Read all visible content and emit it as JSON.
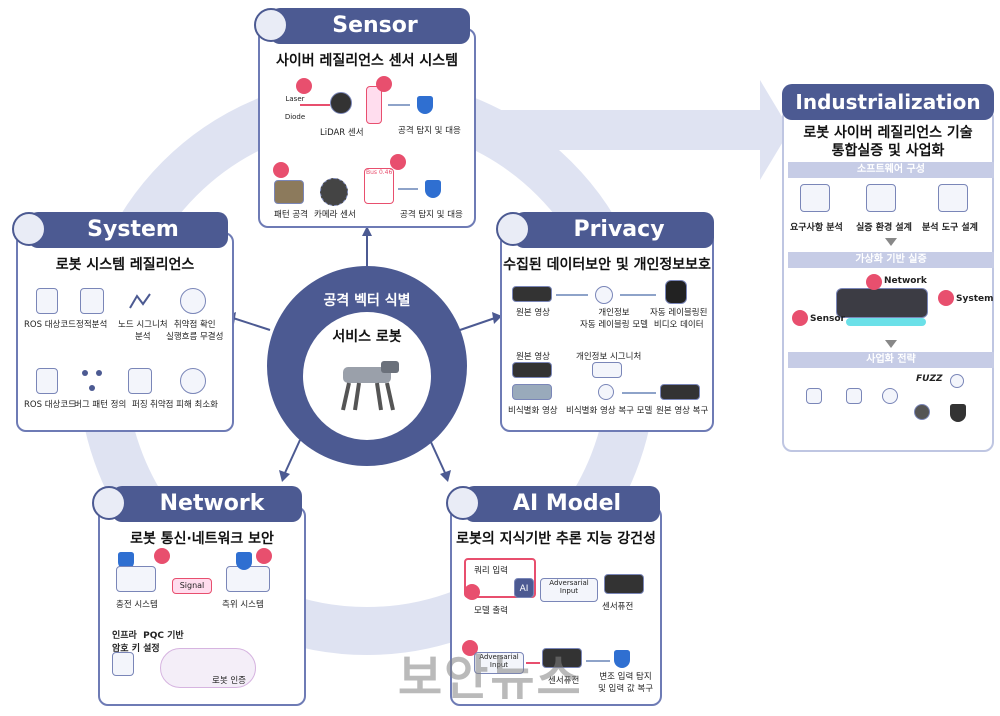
{
  "center": {
    "title": "공격 벡터 식별",
    "subtitle": "서비스 로봇"
  },
  "sensor": {
    "tab": "Sensor",
    "title": "사이버 레질리언스 센서 시스템",
    "laser_label": "Laser Diode",
    "lidar_label": "LiDAR 센서",
    "detect1": "공격 탐지 및 대응",
    "pattern_label": "패턴 공격",
    "camera_label": "카메라 센서",
    "bus_label": "Bus 0.46",
    "detect2": "공격 탐지 및 대응"
  },
  "privacy": {
    "tab": "Privacy",
    "title": "수집된 데이터보안 및 개인정보보호",
    "raw_video": "원본 영상",
    "model1": "개인정보\n자동 레이블링 모델",
    "labeled_data": "자동 레이블링된\n비디오 데이터",
    "raw_video2": "원본 영상",
    "signature": "개인정보 시그니처",
    "anon_video": "비식별화 영상",
    "restore_model": "비식별화 영상 복구 모델",
    "restored": "원본 영상 복구"
  },
  "system": {
    "tab": "System",
    "title": "로봇 시스템 레질리언스",
    "row1": [
      "ROS 대상코드",
      "정적분석",
      "노드 시그니처\n분석",
      "취약점 확인\n실행흐름 무결성"
    ],
    "row2": [
      "ROS 대상코드",
      "버그 패턴 정의",
      "퍼징",
      "취약점 피해 최소화"
    ]
  },
  "network": {
    "tab": "Network",
    "title": "로봇 통신·네트워크 보안",
    "signal": "Signal",
    "charging": "충전 시스템",
    "tracking": "측위 시스템",
    "infra": "인프라  PQC 기반\n암호 키 설정",
    "auth": "로봇 인증"
  },
  "ai": {
    "tab": "AI Model",
    "title": "로봇의 지식기반 추론 지능 강건성",
    "query": "쿼리 입력",
    "adv": "Adversarial\nInput",
    "output": "모델 출력",
    "fusion": "센서퓨전",
    "adv2": "Adversarial\nInput",
    "fusion2": "센서퓨전",
    "detect": "변조 입력 탐지\n및 입력 값 복구",
    "ai_label": "AI"
  },
  "industrialization": {
    "tab": "Industrialization",
    "title": "로봇 사이버 레질리언스 기술\n통합실증 및 사업화",
    "sw_section": "소프트웨어 구성",
    "sw_items": [
      "요구사항 분석",
      "실증 환경 설계",
      "분석 도구 설계"
    ],
    "virtual_section": "가상화 기반 실증",
    "virtual_labels": [
      "Network",
      "System",
      "Sensor"
    ],
    "biz_section": "사업화 전략",
    "fuzz_label": "FUZZ"
  },
  "watermark": "보안뉴스",
  "colors": {
    "accent": "#4c5a92",
    "ring": "#d9def0",
    "devil": "#e84f6e",
    "shield": "#2f6fd1"
  }
}
